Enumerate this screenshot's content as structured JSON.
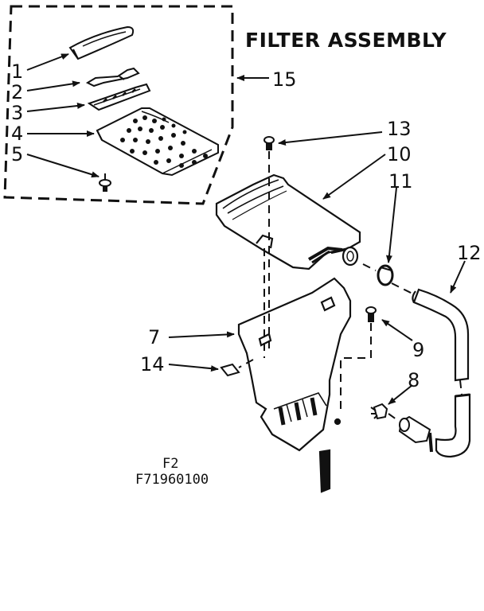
{
  "diagram": {
    "title": "FILTER ASSEMBLY",
    "figure_id": "F2",
    "part_number": "F71960100",
    "callouts": [
      "1",
      "2",
      "3",
      "4",
      "5",
      "7",
      "8",
      "9",
      "10",
      "11",
      "12",
      "13",
      "14",
      "15"
    ]
  }
}
